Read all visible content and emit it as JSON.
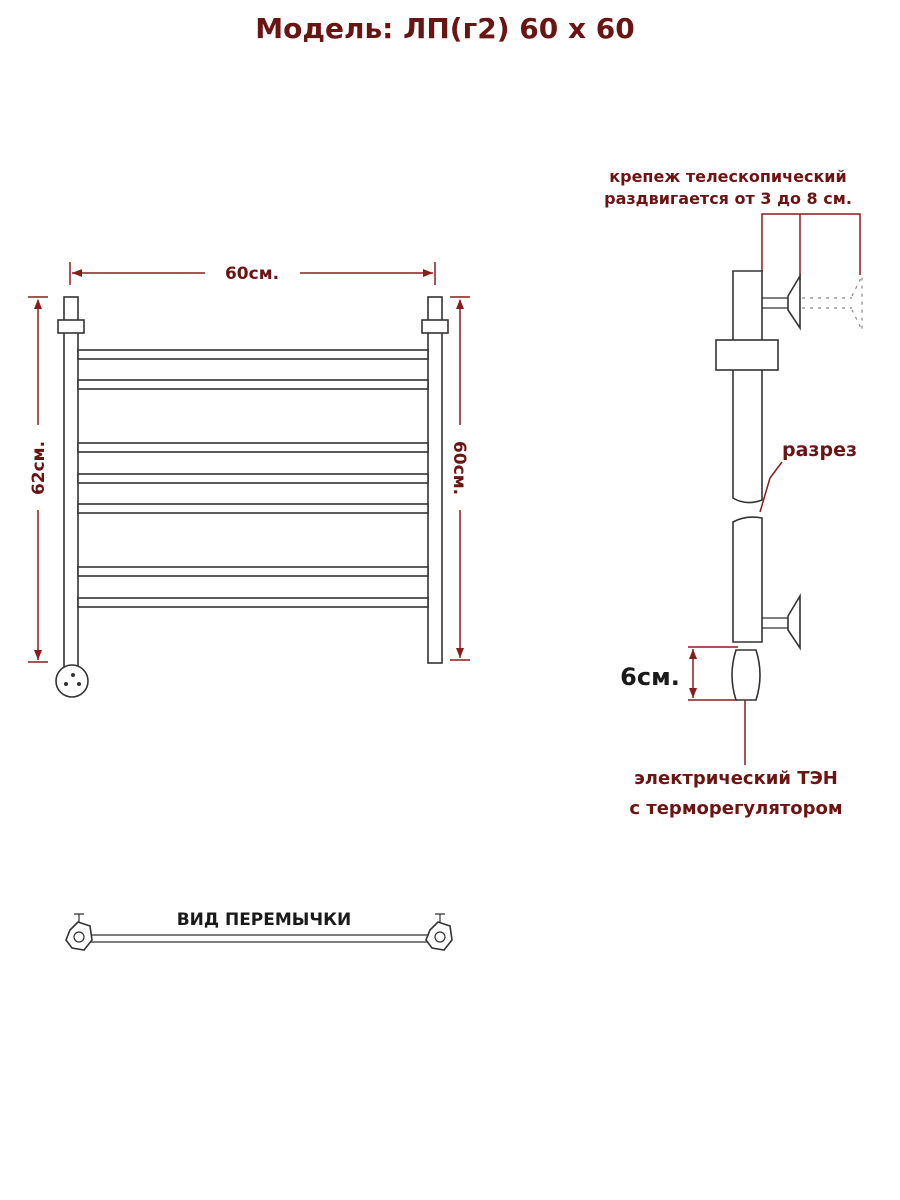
{
  "title": "Модель: ЛП(г2) 60 х 60",
  "front_view": {
    "width_label": "60см.",
    "left_height_label": "62см.",
    "right_height_label": "60см."
  },
  "side_view": {
    "mount_note_line1": "крепеж телескопический",
    "mount_note_line2": "раздвигается от 3 до 8 см.",
    "section_label": "разрез",
    "heater_offset_label": "6см.",
    "heater_label_line1": "электрический  ТЭН",
    "heater_label_line2": "с терморегулятором"
  },
  "bridge_view": {
    "label": "ВИД ПЕРЕМЫЧКИ"
  },
  "colors": {
    "text": "#6b1414",
    "dimension": "#8b1c1c",
    "outline": "#333333"
  }
}
